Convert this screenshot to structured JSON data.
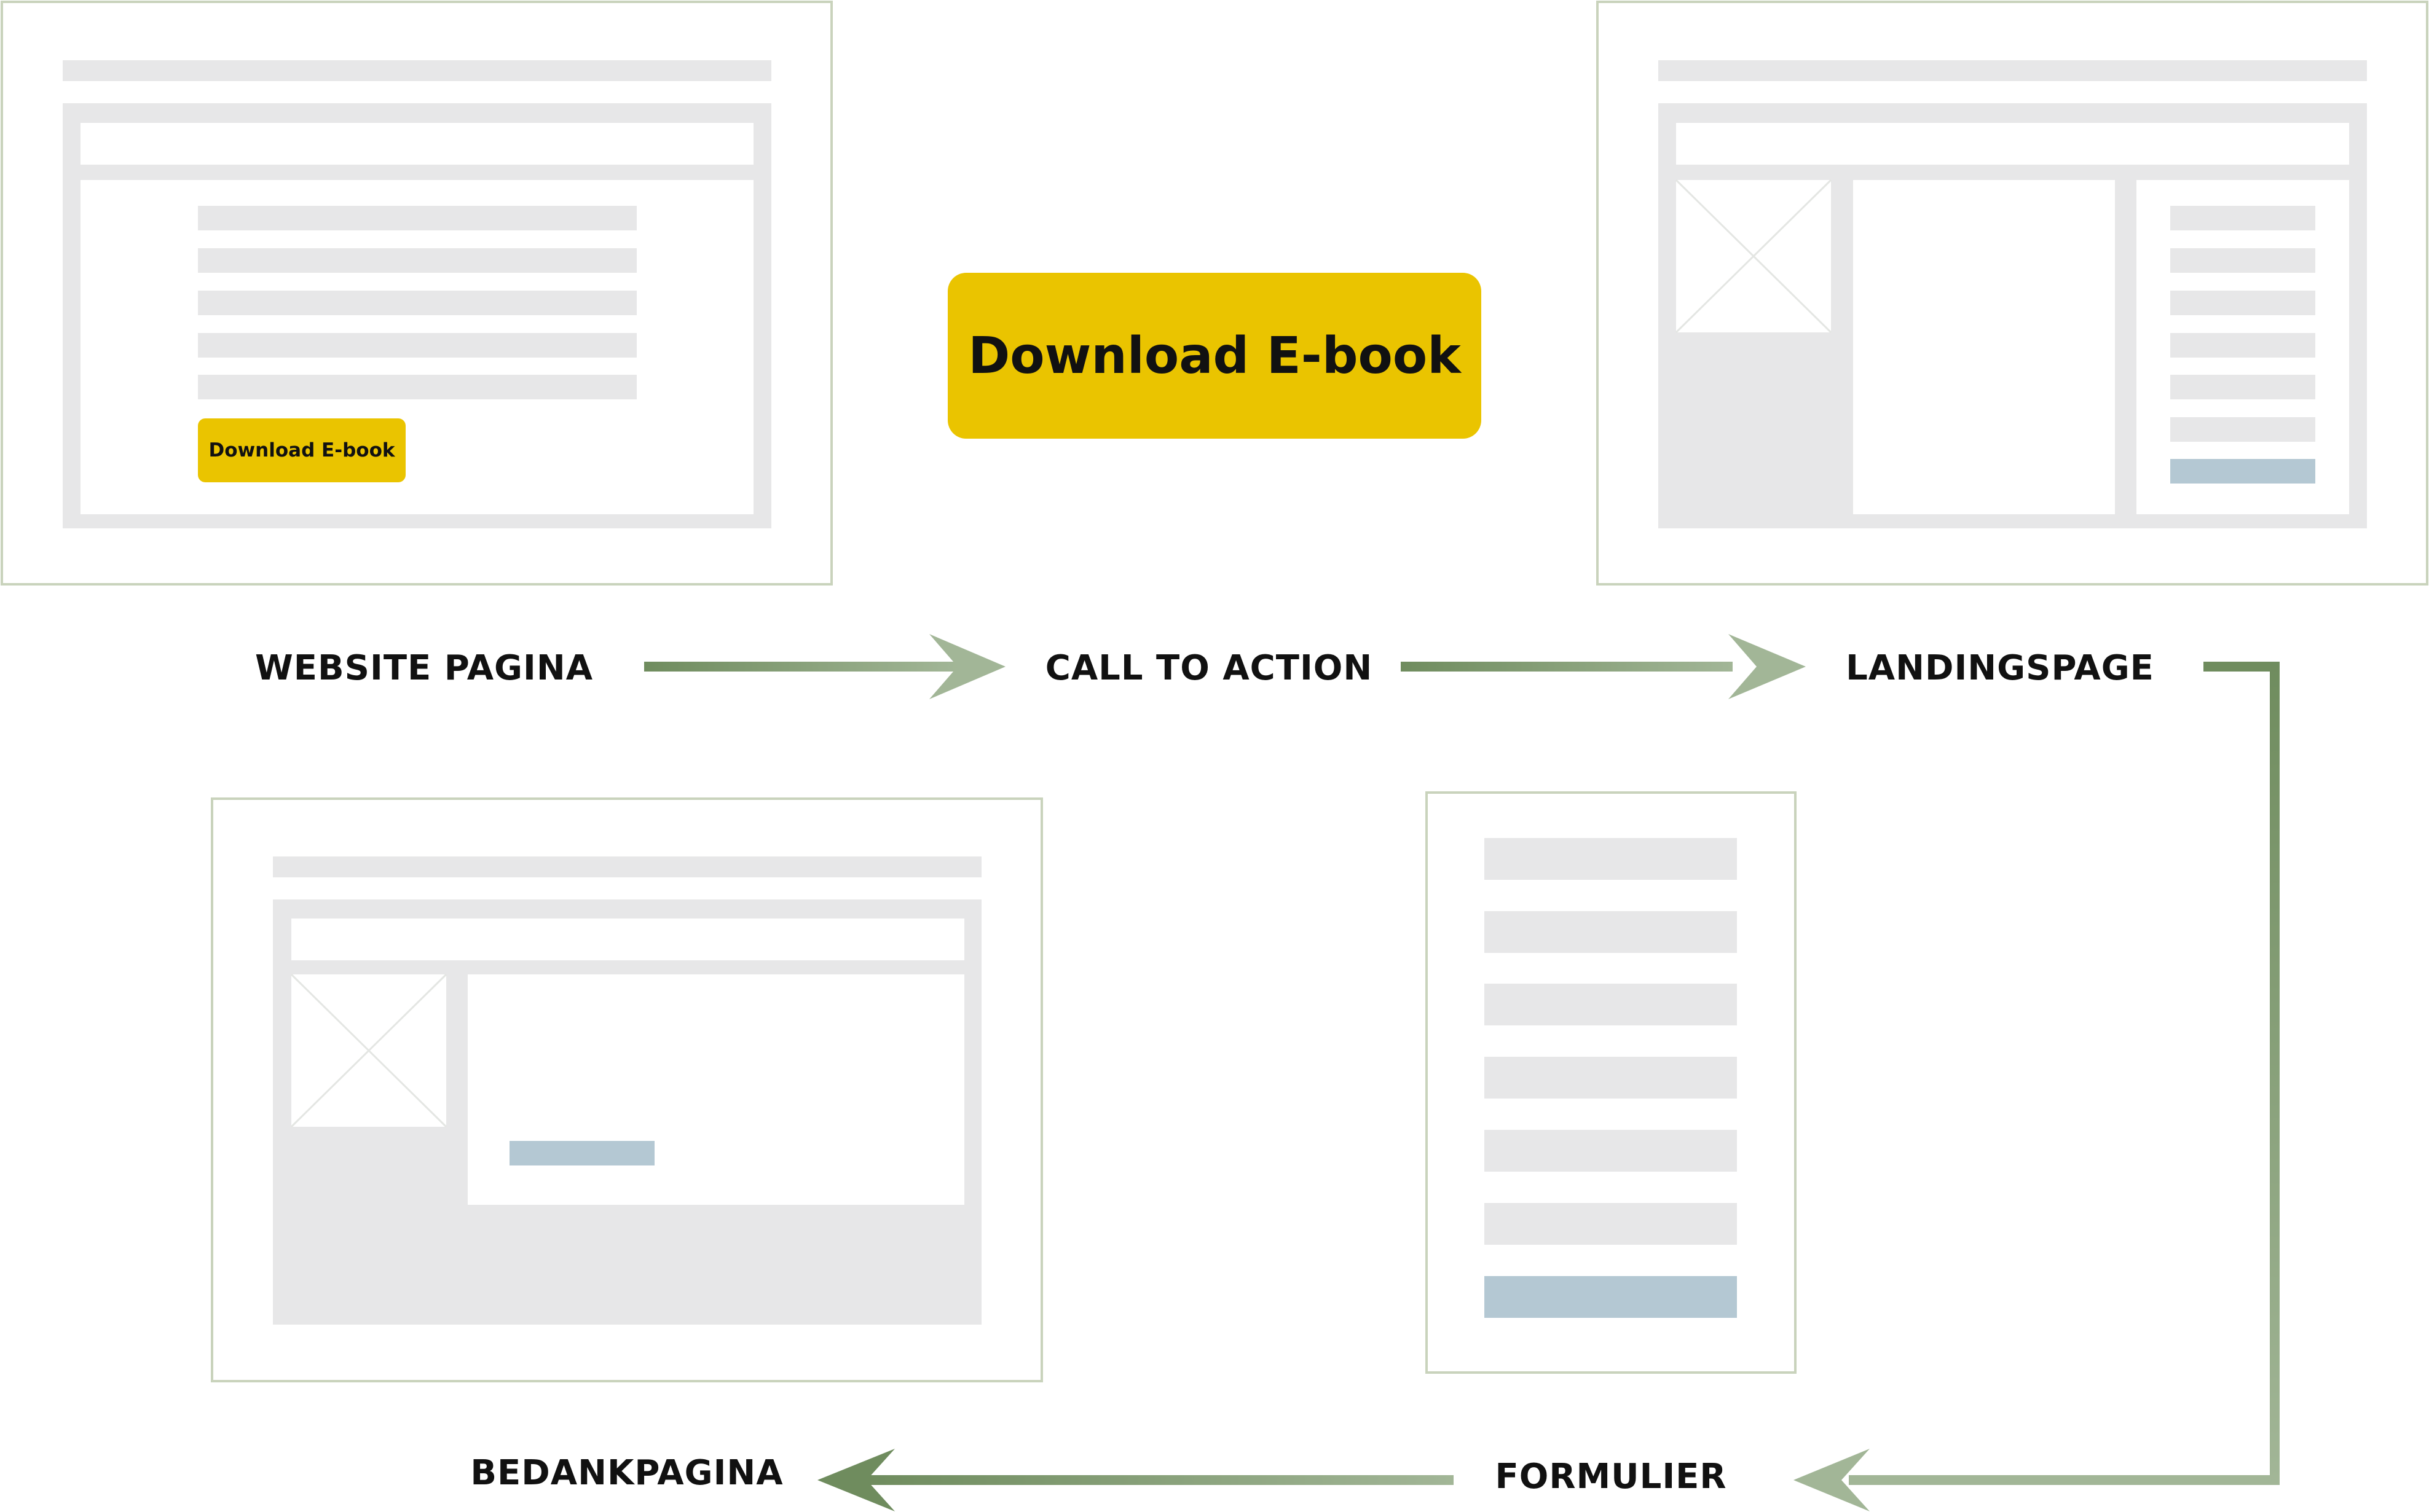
{
  "colors": {
    "frame_border": "#c9d3bc",
    "placeholder_gray": "#e7e7e8",
    "button_yellow": "#eac400",
    "accent_blue": "#b4c8d3",
    "arrow_dark": "#6f8c5e",
    "arrow_light": "#a2b697",
    "label_text": "#111111"
  },
  "cta": {
    "big_label": "Download E-book",
    "small_label": "Download E-book"
  },
  "steps": [
    {
      "id": "website",
      "label": "WEBSITE PAGINA"
    },
    {
      "id": "cta",
      "label": "CALL TO ACTION"
    },
    {
      "id": "landing",
      "label": "LANDINGSPAGE"
    },
    {
      "id": "form",
      "label": "FORMULIER"
    },
    {
      "id": "thanks",
      "label": "BEDANKPAGINA"
    }
  ],
  "flow": [
    {
      "from": "website",
      "to": "cta"
    },
    {
      "from": "cta",
      "to": "landing"
    },
    {
      "from": "landing",
      "to": "form"
    },
    {
      "from": "form",
      "to": "thanks"
    }
  ]
}
